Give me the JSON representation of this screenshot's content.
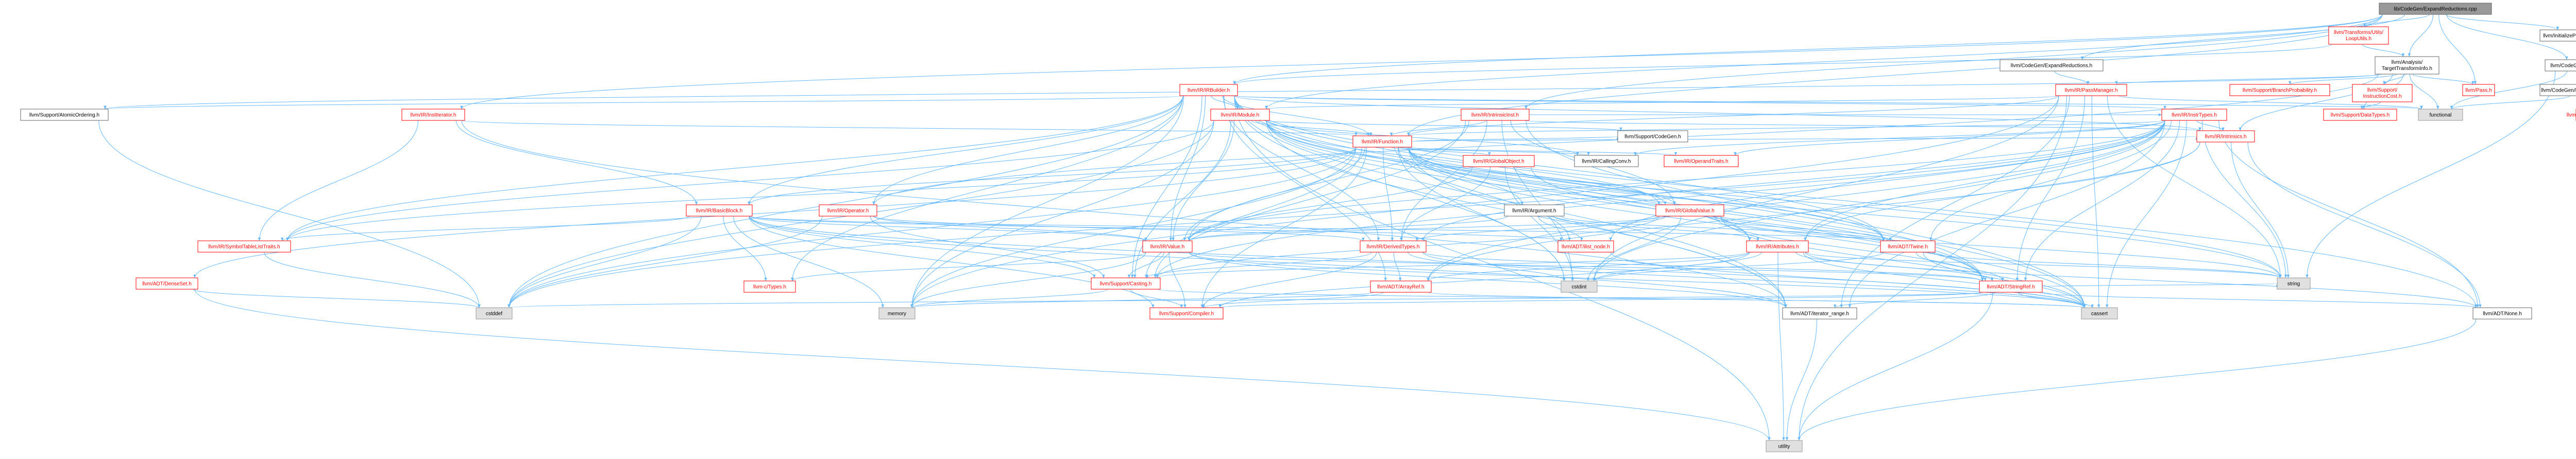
{
  "diagram": {
    "kind": "include-dependency-graph",
    "colors": {
      "edge": "#63b8ff",
      "root_fill": "#999999",
      "root_border": "#666666",
      "doc_fill": "#ffffff",
      "doc_border": "#666666",
      "doc_text": "#000000",
      "truncated_fill": "#ffffff",
      "truncated_border": "#ff0000",
      "truncated_text": "#ff0000",
      "system_fill": "#e0e0e0",
      "system_border": "#999999",
      "system_text": "#000000"
    },
    "nodes": [
      {
        "id": "root",
        "label": "lib/CodeGen/ExpandReductions.cpp",
        "style": "root"
      },
      {
        "id": "loopUtils",
        "label": "llvm/Transforms/Utils/LoopUtils.h",
        "style": "truncated"
      },
      {
        "id": "initPasses",
        "label": "llvm/InitializePasses.h",
        "style": "doc"
      },
      {
        "id": "tti",
        "label": "llvm/Analysis/TargetTransformInfo.h",
        "style": "doc"
      },
      {
        "id": "cgExpandRed",
        "label": "llvm/CodeGen/ExpandReductions.h",
        "style": "doc"
      },
      {
        "id": "cgPasses",
        "label": "llvm/CodeGen/Passes.h",
        "style": "doc"
      },
      {
        "id": "irBuilder",
        "label": "llvm/IR/IRBuilder.h",
        "style": "truncated"
      },
      {
        "id": "passManager",
        "label": "llvm/IR/PassManager.h",
        "style": "truncated"
      },
      {
        "id": "branchProb",
        "label": "llvm/Support/BranchProbability.h",
        "style": "truncated"
      },
      {
        "id": "instrCost",
        "label": "llvm/Support/InstructionCost.h",
        "style": "truncated"
      },
      {
        "id": "pass",
        "label": "llvm/Pass.h",
        "style": "truncated"
      },
      {
        "id": "regAlloc",
        "label": "llvm/CodeGen/RegAllocCommon.h",
        "style": "doc"
      },
      {
        "id": "discriminator",
        "label": "llvm/Support/Discriminator.h",
        "style": "truncated"
      },
      {
        "id": "atomicOrd",
        "label": "llvm/Support/AtomicOrdering.h",
        "style": "doc"
      },
      {
        "id": "instIter",
        "label": "llvm/IR/InstIterator.h",
        "style": "truncated"
      },
      {
        "id": "irModule",
        "label": "llvm/IR/Module.h",
        "style": "truncated"
      },
      {
        "id": "intrinsicInst",
        "label": "llvm/IR/IntrinsicInst.h",
        "style": "truncated"
      },
      {
        "id": "instrTypes",
        "label": "llvm/IR/InstrTypes.h",
        "style": "truncated"
      },
      {
        "id": "dataTypes",
        "label": "llvm/Support/DataTypes.h",
        "style": "truncated"
      },
      {
        "id": "functional",
        "label": "functional",
        "style": "system"
      },
      {
        "id": "supportCodeGen",
        "label": "llvm/Support/CodeGen.h",
        "style": "doc"
      },
      {
        "id": "intrinsics",
        "label": "llvm/IR/Intrinsics.h",
        "style": "truncated"
      },
      {
        "id": "irFunction",
        "label": "llvm/IR/Function.h",
        "style": "truncated"
      },
      {
        "id": "callingConv",
        "label": "llvm/IR/CallingConv.h",
        "style": "doc"
      },
      {
        "id": "operandTraits",
        "label": "llvm/IR/OperandTraits.h",
        "style": "truncated"
      },
      {
        "id": "globalObject",
        "label": "llvm/IR/GlobalObject.h",
        "style": "truncated"
      },
      {
        "id": "irArgument",
        "label": "llvm/IR/Argument.h",
        "style": "doc"
      },
      {
        "id": "globalValue",
        "label": "llvm/IR/GlobalValue.h",
        "style": "truncated"
      },
      {
        "id": "basicBlock",
        "label": "llvm/IR/BasicBlock.h",
        "style": "truncated"
      },
      {
        "id": "irOperator",
        "label": "llvm/IR/Operator.h",
        "style": "truncated"
      },
      {
        "id": "symTableListTraits",
        "label": "llvm/IR/SymbolTableListTraits.h",
        "style": "truncated"
      },
      {
        "id": "irValue",
        "label": "llvm/IR/Value.h",
        "style": "truncated"
      },
      {
        "id": "derivedTypes",
        "label": "llvm/IR/DerivedTypes.h",
        "style": "truncated"
      },
      {
        "id": "ilistNode",
        "label": "llvm/ADT/ilist_node.h",
        "style": "truncated"
      },
      {
        "id": "attributes",
        "label": "llvm/IR/Attributes.h",
        "style": "truncated"
      },
      {
        "id": "twine",
        "label": "llvm/ADT/Twine.h",
        "style": "truncated"
      },
      {
        "id": "denseSet",
        "label": "llvm/ADT/DenseSet.h",
        "style": "truncated"
      },
      {
        "id": "casting",
        "label": "llvm/Support/Casting.h",
        "style": "truncated"
      },
      {
        "id": "cTypes",
        "label": "llvm-c/Types.h",
        "style": "truncated"
      },
      {
        "id": "arrayRef",
        "label": "llvm/ADT/ArrayRef.h",
        "style": "truncated"
      },
      {
        "id": "stringRef",
        "label": "llvm/ADT/StringRef.h",
        "style": "truncated"
      },
      {
        "id": "cstddef",
        "label": "cstddef",
        "style": "system"
      },
      {
        "id": "cstdint",
        "label": "cstdint",
        "style": "system"
      },
      {
        "id": "memory",
        "label": "memory",
        "style": "system"
      },
      {
        "id": "compiler",
        "label": "llvm/Support/Compiler.h",
        "style": "truncated"
      },
      {
        "id": "iterRange",
        "label": "llvm/ADT/iterator_range.h",
        "style": "doc"
      },
      {
        "id": "cassert",
        "label": "cassert",
        "style": "system"
      },
      {
        "id": "string",
        "label": "string",
        "style": "system"
      },
      {
        "id": "none",
        "label": "llvm/ADT/None.h",
        "style": "doc"
      },
      {
        "id": "utility",
        "label": "utility",
        "style": "system"
      }
    ],
    "edges": [
      [
        "root",
        "loopUtils"
      ],
      [
        "root",
        "initPasses"
      ],
      [
        "root",
        "tti"
      ],
      [
        "root",
        "cgExpandRed"
      ],
      [
        "root",
        "cgPasses"
      ],
      [
        "root",
        "irBuilder"
      ],
      [
        "root",
        "irFunction"
      ],
      [
        "root",
        "intrinsicInst"
      ],
      [
        "root",
        "instIter"
      ],
      [
        "root",
        "irModule"
      ],
      [
        "root",
        "pass"
      ],
      [
        "tti",
        "passManager"
      ],
      [
        "tti",
        "branchProb"
      ],
      [
        "tti",
        "instrCost"
      ],
      [
        "tti",
        "atomicOrd"
      ],
      [
        "tti",
        "irOperator"
      ],
      [
        "tti",
        "dataTypes"
      ],
      [
        "tti",
        "functional"
      ],
      [
        "tti",
        "pass"
      ],
      [
        "tti",
        "intrinsics"
      ],
      [
        "cgExpandRed",
        "passManager"
      ],
      [
        "cgPasses",
        "regAlloc"
      ],
      [
        "cgPasses",
        "discriminator"
      ],
      [
        "cgPasses",
        "functional"
      ],
      [
        "cgPasses",
        "string"
      ],
      [
        "regAlloc",
        "functional"
      ],
      [
        "irBuilder",
        "basicBlock"
      ],
      [
        "irBuilder",
        "irFunction"
      ],
      [
        "irBuilder",
        "irModule"
      ],
      [
        "irBuilder",
        "instrTypes"
      ],
      [
        "irBuilder",
        "derivedTypes"
      ],
      [
        "irBuilder",
        "irValue"
      ],
      [
        "irBuilder",
        "irOperator"
      ],
      [
        "irBuilder",
        "cTypes"
      ],
      [
        "irBuilder",
        "casting"
      ],
      [
        "irBuilder",
        "twine"
      ],
      [
        "irBuilder",
        "arrayRef"
      ],
      [
        "irBuilder",
        "stringRef"
      ],
      [
        "irBuilder",
        "cstddef"
      ],
      [
        "irBuilder",
        "cstdint"
      ],
      [
        "irBuilder",
        "functional"
      ],
      [
        "irBuilder",
        "utility"
      ],
      [
        "irBuilder",
        "intrinsics"
      ],
      [
        "irBuilder",
        "atomicOrd"
      ],
      [
        "irBuilder",
        "none"
      ],
      [
        "irBuilder",
        "cassert"
      ],
      [
        "irBuilder",
        "symTableListTraits"
      ],
      [
        "irBuilder",
        "memory"
      ],
      [
        "irBuilder",
        "iterRange"
      ],
      [
        "passManager",
        "irFunction"
      ],
      [
        "passManager",
        "irModule"
      ],
      [
        "passManager",
        "functional"
      ],
      [
        "passManager",
        "cstdint"
      ],
      [
        "passManager",
        "string"
      ],
      [
        "passManager",
        "memory"
      ],
      [
        "passManager",
        "utility"
      ],
      [
        "passManager",
        "stringRef"
      ],
      [
        "passManager",
        "iterRange"
      ],
      [
        "passManager",
        "cassert"
      ],
      [
        "instrCost",
        "dataTypes"
      ],
      [
        "instIter",
        "basicBlock"
      ],
      [
        "instIter",
        "irFunction"
      ],
      [
        "instIter",
        "symTableListTraits"
      ],
      [
        "instIter",
        "iterRange"
      ],
      [
        "irModule",
        "irFunction"
      ],
      [
        "irModule",
        "globalValue"
      ],
      [
        "irModule",
        "attributes"
      ],
      [
        "irModule",
        "supportCodeGen"
      ],
      [
        "irModule",
        "callingConv"
      ],
      [
        "irModule",
        "irValue"
      ],
      [
        "irModule",
        "casting"
      ],
      [
        "irModule",
        "stringRef"
      ],
      [
        "irModule",
        "symTableListTraits"
      ],
      [
        "irModule",
        "iterRange"
      ],
      [
        "irModule",
        "cstddef"
      ],
      [
        "irModule",
        "memory"
      ],
      [
        "irModule",
        "string"
      ],
      [
        "irModule",
        "twine"
      ],
      [
        "intrinsicInst",
        "irFunction"
      ],
      [
        "intrinsicInst",
        "instrTypes"
      ],
      [
        "intrinsicInst",
        "derivedTypes"
      ],
      [
        "intrinsicInst",
        "globalValue"
      ],
      [
        "intrinsicInst",
        "irValue"
      ],
      [
        "intrinsicInst",
        "intrinsics"
      ],
      [
        "intrinsicInst",
        "casting"
      ],
      [
        "intrinsicInst",
        "cassert"
      ],
      [
        "intrinsicInst",
        "cstdint"
      ],
      [
        "instrTypes",
        "irFunction"
      ],
      [
        "instrTypes",
        "callingConv"
      ],
      [
        "instrTypes",
        "derivedTypes"
      ],
      [
        "instrTypes",
        "operandTraits"
      ],
      [
        "instrTypes",
        "attributes"
      ],
      [
        "instrTypes",
        "irValue"
      ],
      [
        "instrTypes",
        "twine"
      ],
      [
        "instrTypes",
        "arrayRef"
      ],
      [
        "instrTypes",
        "stringRef"
      ],
      [
        "instrTypes",
        "casting"
      ],
      [
        "instrTypes",
        "cassert"
      ],
      [
        "instrTypes",
        "cstddef"
      ],
      [
        "instrTypes",
        "cstdint"
      ],
      [
        "instrTypes",
        "string"
      ],
      [
        "instrTypes",
        "iterRange"
      ],
      [
        "instrTypes",
        "none"
      ],
      [
        "instrTypes",
        "intrinsics"
      ],
      [
        "instrTypes",
        "ilistNode"
      ],
      [
        "intrinsics",
        "arrayRef"
      ],
      [
        "intrinsics",
        "none"
      ],
      [
        "intrinsics",
        "string"
      ],
      [
        "intrinsics",
        "attributes"
      ],
      [
        "irFunction",
        "callingConv"
      ],
      [
        "irFunction",
        "operandTraits"
      ],
      [
        "irFunction",
        "globalObject"
      ],
      [
        "irFunction",
        "irArgument"
      ],
      [
        "irFunction",
        "globalValue"
      ],
      [
        "irFunction",
        "basicBlock"
      ],
      [
        "irFunction",
        "derivedTypes"
      ],
      [
        "irFunction",
        "attributes"
      ],
      [
        "irFunction",
        "irValue"
      ],
      [
        "irFunction",
        "symTableListTraits"
      ],
      [
        "irFunction",
        "ilistNode"
      ],
      [
        "irFunction",
        "twine"
      ],
      [
        "irFunction",
        "stringRef"
      ],
      [
        "irFunction",
        "casting"
      ],
      [
        "irFunction",
        "compiler"
      ],
      [
        "irFunction",
        "iterRange"
      ],
      [
        "irFunction",
        "cassert"
      ],
      [
        "irFunction",
        "cstddef"
      ],
      [
        "irFunction",
        "cstdint"
      ],
      [
        "irFunction",
        "memory"
      ],
      [
        "irFunction",
        "string"
      ],
      [
        "irFunction",
        "intrinsics"
      ],
      [
        "irFunction",
        "denseSet"
      ],
      [
        "irFunction",
        "supportCodeGen"
      ],
      [
        "globalObject",
        "globalValue"
      ],
      [
        "globalObject",
        "irValue"
      ],
      [
        "globalObject",
        "derivedTypes"
      ],
      [
        "globalObject",
        "stringRef"
      ],
      [
        "globalObject",
        "cstdint"
      ],
      [
        "irArgument",
        "attributes"
      ],
      [
        "irArgument",
        "irValue"
      ],
      [
        "irArgument",
        "twine"
      ],
      [
        "irArgument",
        "ilistNode"
      ],
      [
        "globalValue",
        "derivedTypes"
      ],
      [
        "globalValue",
        "irValue"
      ],
      [
        "globalValue",
        "twine"
      ],
      [
        "globalValue",
        "stringRef"
      ],
      [
        "globalValue",
        "casting"
      ],
      [
        "globalValue",
        "cassert"
      ],
      [
        "globalValue",
        "cstdint"
      ],
      [
        "globalValue",
        "string"
      ],
      [
        "basicBlock",
        "symTableListTraits"
      ],
      [
        "basicBlock",
        "irValue"
      ],
      [
        "basicBlock",
        "ilistNode"
      ],
      [
        "basicBlock",
        "twine"
      ],
      [
        "basicBlock",
        "cTypes"
      ],
      [
        "basicBlock",
        "casting"
      ],
      [
        "basicBlock",
        "compiler"
      ],
      [
        "basicBlock",
        "iterRange"
      ],
      [
        "basicBlock",
        "cassert"
      ],
      [
        "basicBlock",
        "cstddef"
      ],
      [
        "basicBlock",
        "memory"
      ],
      [
        "irOperator",
        "irValue"
      ],
      [
        "irOperator",
        "casting"
      ],
      [
        "irOperator",
        "cstddef"
      ],
      [
        "irOperator",
        "derivedTypes"
      ],
      [
        "symTableListTraits",
        "cstddef"
      ],
      [
        "irValue",
        "cTypes"
      ],
      [
        "irValue",
        "casting"
      ],
      [
        "irValue",
        "stringRef"
      ],
      [
        "irValue",
        "iterRange"
      ],
      [
        "irValue",
        "cassert"
      ],
      [
        "irValue",
        "memory"
      ],
      [
        "irValue",
        "compiler"
      ],
      [
        "derivedTypes",
        "arrayRef"
      ],
      [
        "derivedTypes",
        "stringRef"
      ],
      [
        "derivedTypes",
        "casting"
      ],
      [
        "derivedTypes",
        "compiler"
      ],
      [
        "derivedTypes",
        "cassert"
      ],
      [
        "derivedTypes",
        "cstdint"
      ],
      [
        "ilistNode",
        "cassert"
      ],
      [
        "attributes",
        "arrayRef"
      ],
      [
        "attributes",
        "stringRef"
      ],
      [
        "attributes",
        "casting"
      ],
      [
        "attributes",
        "cstdint"
      ],
      [
        "attributes",
        "string"
      ],
      [
        "attributes",
        "utility"
      ],
      [
        "attributes",
        "none"
      ],
      [
        "attributes",
        "cassert"
      ],
      [
        "attributes",
        "compiler"
      ],
      [
        "twine",
        "stringRef"
      ],
      [
        "twine",
        "cassert"
      ],
      [
        "twine",
        "cstdint"
      ],
      [
        "twine",
        "string"
      ],
      [
        "denseSet",
        "cstddef"
      ],
      [
        "denseSet",
        "utility"
      ],
      [
        "casting",
        "compiler"
      ],
      [
        "casting",
        "memory"
      ],
      [
        "casting",
        "cassert"
      ],
      [
        "arrayRef",
        "compiler"
      ],
      [
        "arrayRef",
        "cassert"
      ],
      [
        "arrayRef",
        "memory"
      ],
      [
        "stringRef",
        "compiler"
      ],
      [
        "stringRef",
        "iterRange"
      ],
      [
        "stringRef",
        "cassert"
      ],
      [
        "stringRef",
        "cstddef"
      ],
      [
        "stringRef",
        "string"
      ],
      [
        "stringRef",
        "utility"
      ],
      [
        "stringRef",
        "none"
      ],
      [
        "iterRange",
        "utility"
      ],
      [
        "none",
        "utility"
      ],
      [
        "loopUtils",
        "irBuilder"
      ],
      [
        "loopUtils",
        "tti"
      ],
      [
        "atomicOrd",
        "cstddef"
      ]
    ]
  }
}
